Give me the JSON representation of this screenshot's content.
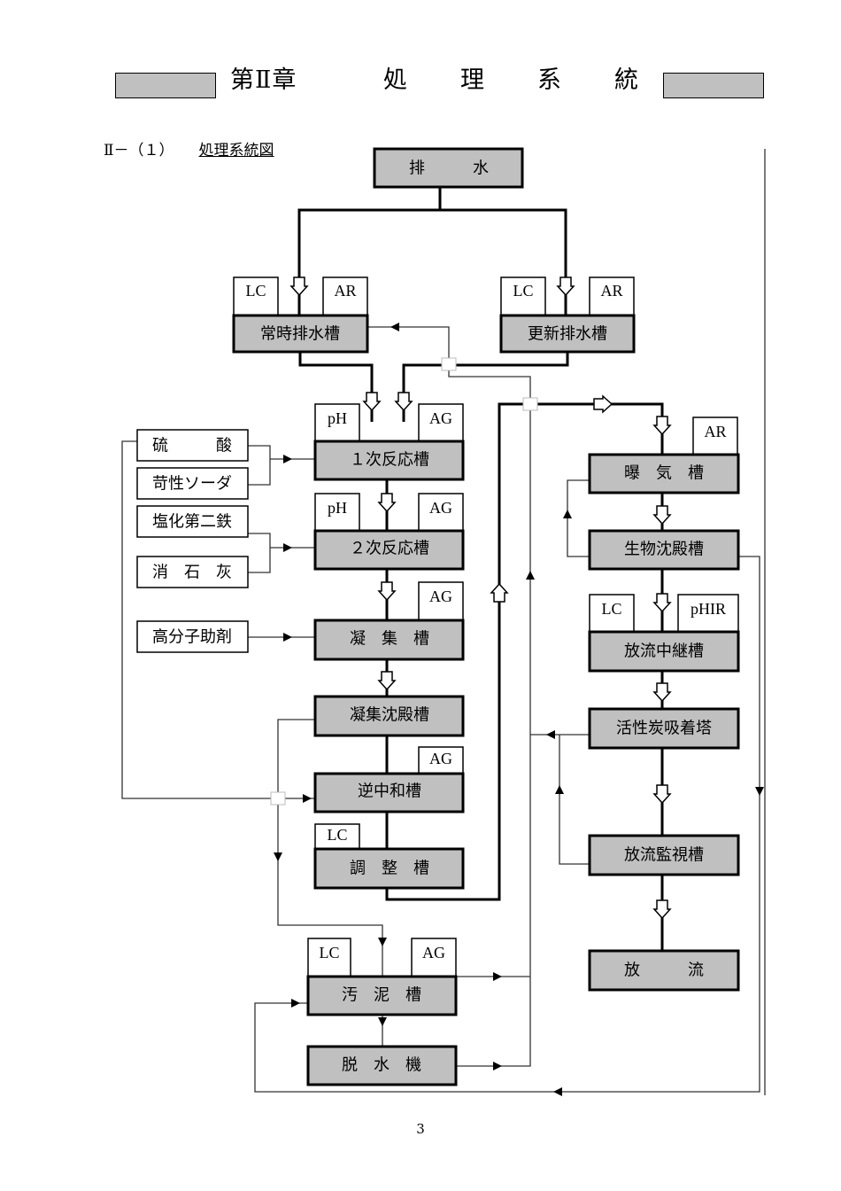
{
  "header": {
    "chapter": "第Ⅱ章",
    "title_chars": [
      "処",
      "理",
      "系",
      "統"
    ],
    "bar_color": "#c0c0c0"
  },
  "section": {
    "number": "Ⅱ－（１）",
    "title": "処理系統図"
  },
  "nodes": {
    "drain": "排　　　水",
    "regular_tank": "常時排水槽",
    "renewal_tank": "更新排水槽",
    "reaction1": "１次反応槽",
    "reaction2": "２次反応槽",
    "coagulation": "凝　集　槽",
    "coag_settling": "凝集沈殿槽",
    "reverse_neutral": "逆中和槽",
    "adjustment": "調　整　槽",
    "sludge_tank": "汚　泥　槽",
    "dehydrator": "脱　水　機",
    "aeration": "曝　気　槽",
    "bio_settling": "生物沈殿槽",
    "relay_tank": "放流中継槽",
    "carbon_tower": "活性炭吸着塔",
    "monitor_tank": "放流監視槽",
    "discharge": "放　　　流"
  },
  "chemicals": {
    "sulfuric_acid": "硫　　　酸",
    "caustic_soda": "苛性ソーダ",
    "ferric_chloride": "塩化第二鉄",
    "slaked_lime": "消　石　灰",
    "polymer": "高分子助剤"
  },
  "instruments": {
    "lc": "LC",
    "ar": "AR",
    "ph": "pH",
    "ag": "AG",
    "phir": "pHIR"
  },
  "colors": {
    "tank_fill": "#c0c0c0",
    "line": "#000000"
  },
  "footer": {
    "page_number": "3"
  }
}
